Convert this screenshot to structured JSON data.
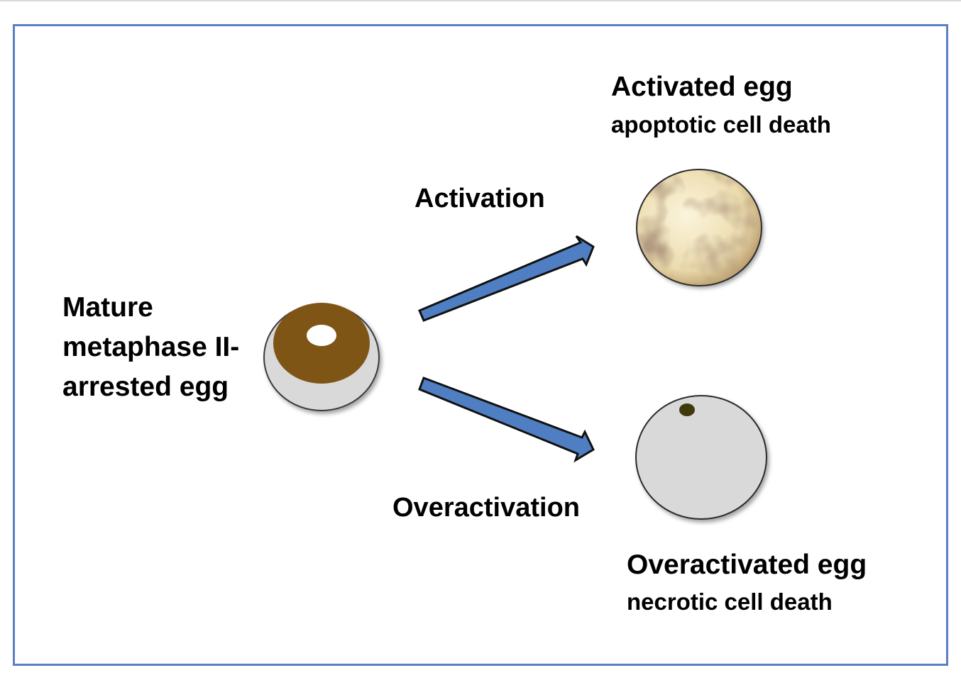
{
  "source": {
    "label_lines": [
      "Mature",
      "metaphase II-",
      "arrested egg"
    ],
    "egg_colors": {
      "zona": "#d9d9d9",
      "yolk": "#7f5417",
      "nucleus": "#ffffff",
      "outline": "#3a3a3a"
    }
  },
  "pathways": [
    {
      "label": "Activation",
      "outcome_title": "Activated egg",
      "outcome_subtitle": "apoptotic cell death"
    },
    {
      "label": "Overactivation",
      "outcome_title": "Overactivated egg",
      "outcome_subtitle": "necrotic cell death"
    }
  ],
  "colors": {
    "frame": "#5b7fc4",
    "arrow_fill": "#4f7ec2",
    "arrow_stroke": "#111111",
    "apoptotic_base": "#f1e6c4",
    "apoptotic_spots": "#7a5a3c",
    "necrotic_cell": "#d9d9d9",
    "necrotic_nucleus": "#3f3a0c"
  }
}
